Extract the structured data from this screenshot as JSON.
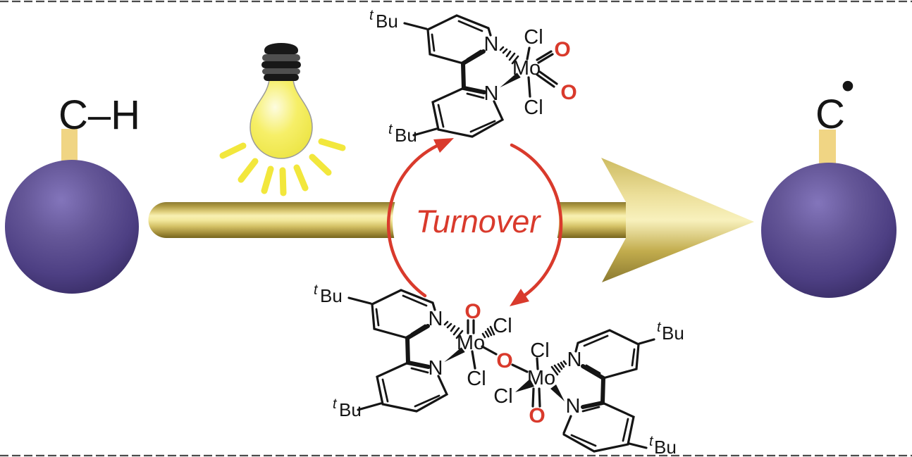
{
  "substrate": {
    "label": "C–H"
  },
  "product": {
    "label": "C",
    "radical_dot": "•"
  },
  "turnover": {
    "label": "Turnover"
  },
  "atom_labels": {
    "mo": "Mo",
    "cl": "Cl",
    "o": "O",
    "n": "N",
    "tbu_t": "t",
    "tbu_bu": "Bu"
  },
  "colors": {
    "red": "#d93a2c",
    "black": "#151515",
    "sphere_purple": "#5d4f96",
    "gold": "#d9c35f",
    "bond_tan": "#f0d584",
    "bulb_yellow": "#f2e73c",
    "frame_dash": "#4a4a4a"
  }
}
